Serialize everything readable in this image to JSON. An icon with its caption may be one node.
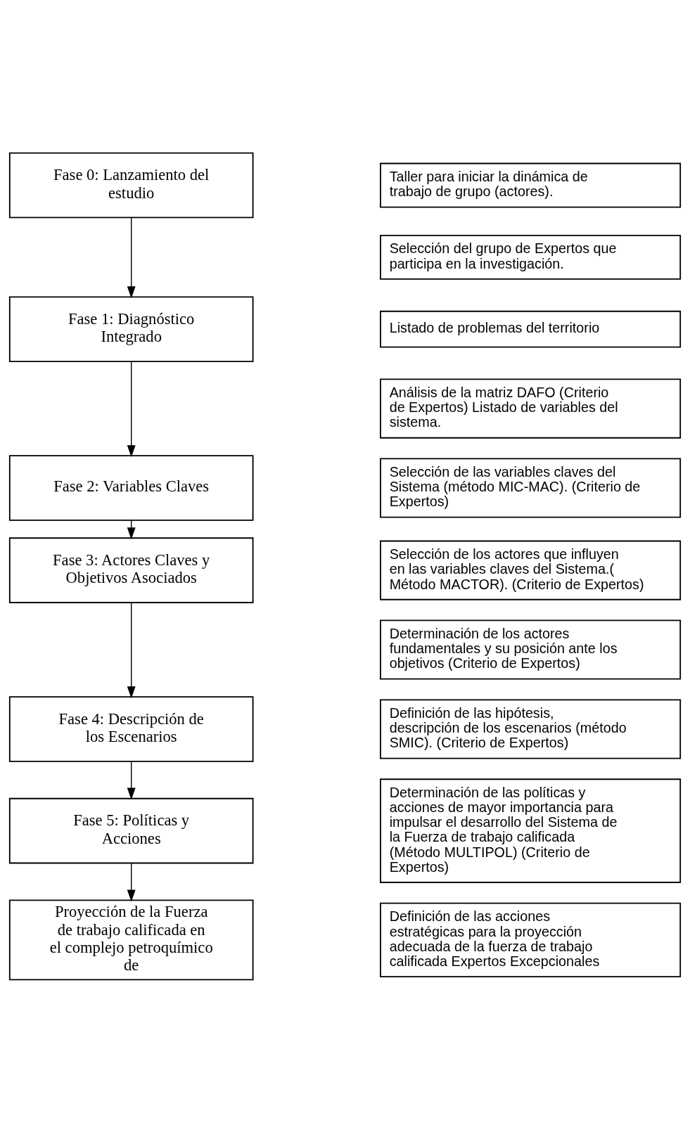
{
  "diagram": {
    "nodes": [
      {
        "text": [
          "Fase 0: Lanzamiento del estudio"
        ]
      },
      {
        "text": [
          "Taller para iniciar la dinámica de trabajo de grupo (actores)."
        ]
      },
      {
        "text": [
          "Selección del grupo de Expertos que participa en la investigación."
        ]
      },
      {
        "text": [
          "Fase 1: Diagnóstico Integrado"
        ]
      },
      {
        "text": [
          "Listado de problemas del territorio"
        ]
      },
      {
        "text": [
          "Análisis de la matriz DAFO (Criterio de Expertos) Listado de variables del sistema."
        ]
      },
      {
        "text": [
          "Fase 2: Variables Claves"
        ]
      },
      {
        "text": [
          "Selección de las variables claves del Sistema (método MIC-MAC). (Criterio de Expertos)"
        ]
      },
      {
        "text": [
          "Fase 3: Actores Claves y Objetivos Asociados"
        ]
      },
      {
        "text": [
          "Selección de los actores que influyen en las variables claves del Sistema.( Método MACTOR). (Criterio de Expertos)"
        ]
      },
      {
        "text": [
          "Determinación de los actores fundamentales y su posición ante los objetivos (Criterio de Expertos)"
        ]
      },
      {
        "text": [
          "Fase 4: Descripción de los Escenarios"
        ]
      },
      {
        "text": [
          "Definición de las hipótesis, descripción de los escenarios (método SMIC). (Criterio de Expertos)"
        ]
      },
      {
        "text": [
          "Fase 5: Políticas y Acciones"
        ]
      },
      {
        "text": [
          "Determinación de las políticas y acciones de mayor importancia para impulsar el desarrollo del Sistema de la Fuerza de trabajo calificada (Método MULTIPOL) (Criterio de Expertos)"
        ]
      },
      {
        "text": [
          "Proyección de la Fuerza de trabajo calificada en el complejo petroquímico de"
        ]
      },
      {
        "text": [
          "Definición de las acciones estratégicas para la proyección adecuada de la fuerza de trabajo calificada Expertos Excepcionales"
        ]
      }
    ],
    "edges": [
      {
        "from": 0,
        "to": 3,
        "arrow": "to"
      },
      {
        "from": 3,
        "to": 6,
        "arrow": "to"
      },
      {
        "from": 6,
        "to": 8,
        "arrow": "to"
      },
      {
        "from": 8,
        "to": 11,
        "arrow": "to"
      },
      {
        "from": 11,
        "to": 13,
        "arrow": "to"
      },
      {
        "from": 13,
        "to": 15,
        "arrow": "to"
      }
    ]
  }
}
